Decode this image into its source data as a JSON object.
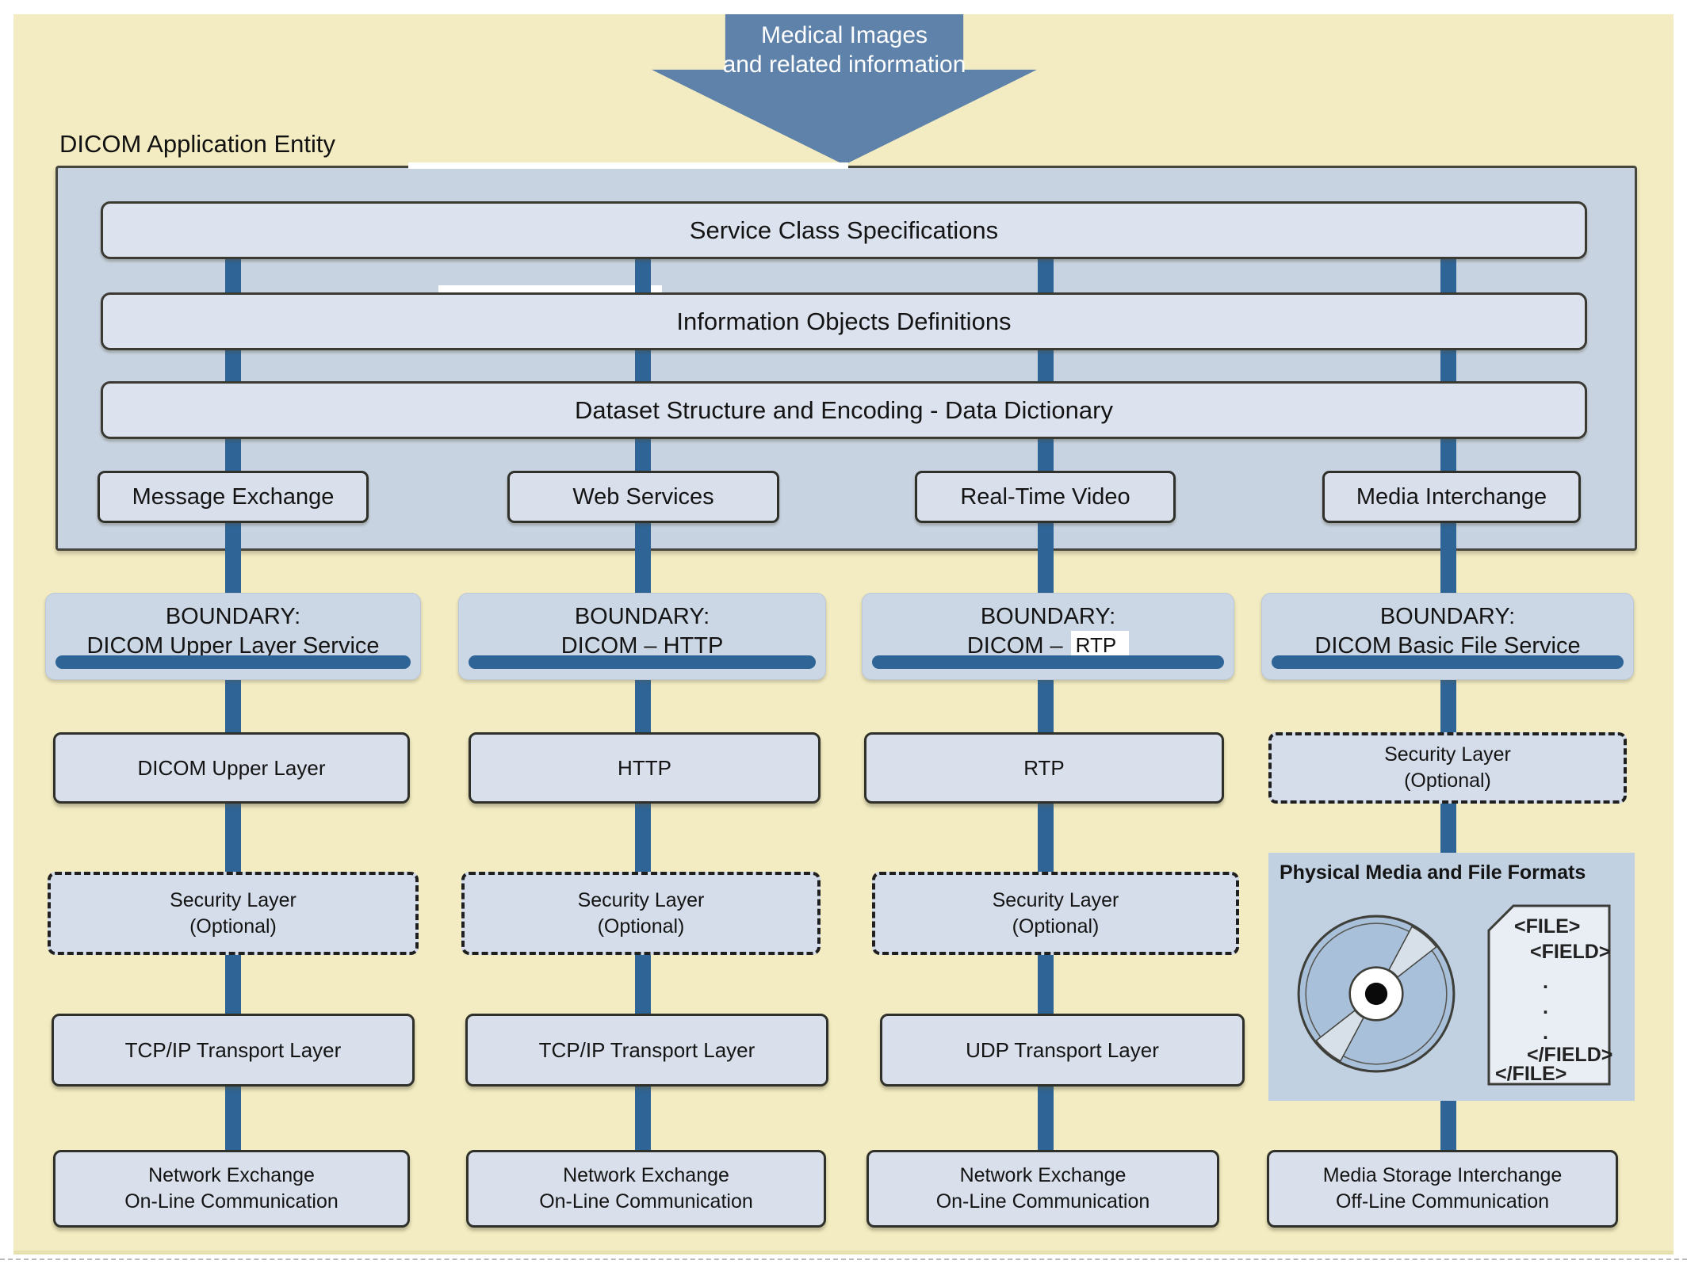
{
  "title_label": "DICOM Application Entity",
  "arrow": {
    "line1": "Medical Images",
    "line2": "and related information"
  },
  "entity": {
    "layers": [
      "Service Class Specifications",
      "Information Objects Definitions",
      "Dataset Structure and Encoding - Data Dictionary"
    ],
    "services": [
      "Message Exchange",
      "Web Services",
      "Real-Time Video",
      "Media Interchange"
    ]
  },
  "columns": [
    {
      "boundary": {
        "line1": "BOUNDARY:",
        "line2": "DICOM Upper Layer Service"
      },
      "protocol": "DICOM Upper Layer",
      "security": {
        "line1": "Security Layer",
        "line2": "(Optional)"
      },
      "transport": "TCP/IP Transport Layer",
      "network": {
        "line1": "Network Exchange",
        "line2": "On-Line Communication"
      }
    },
    {
      "boundary": {
        "line1": "BOUNDARY:",
        "line2": "DICOM – HTTP"
      },
      "protocol": "HTTP",
      "security": {
        "line1": "Security Layer",
        "line2": "(Optional)"
      },
      "transport": "TCP/IP Transport Layer",
      "network": {
        "line1": "Network Exchange",
        "line2": "On-Line Communication"
      }
    },
    {
      "boundary": {
        "line1": "BOUNDARY:",
        "line2_prefix": "DICOM –",
        "line2_highlight": "RTP"
      },
      "protocol": "RTP",
      "security": {
        "line1": "Security Layer",
        "line2": "(Optional)"
      },
      "transport": "UDP Transport Layer",
      "network": {
        "line1": "Network Exchange",
        "line2": "On-Line Communication"
      }
    },
    {
      "boundary": {
        "line1": "BOUNDARY:",
        "line2": "DICOM Basic File Service"
      },
      "security": {
        "line1": "Security Layer",
        "line2": "(Optional)"
      },
      "media_panel": {
        "title": "Physical Media and File Formats",
        "file_lines": [
          "<FILE>",
          "<FIELD>",
          ".",
          ".",
          ".",
          "</FIELD>",
          "</FILE>"
        ]
      },
      "network": {
        "line1": "Media Storage Interchange",
        "line2": "Off-Line Communication"
      }
    }
  ],
  "colors": {
    "page_background": "#f3ecc2",
    "connector": "#2e6496",
    "arrow": "#5e82a9",
    "container": "#c8d3e1",
    "box": "#d9e0ec",
    "boundary": "#ccd7e5",
    "media_panel": "#c2d1e2"
  }
}
